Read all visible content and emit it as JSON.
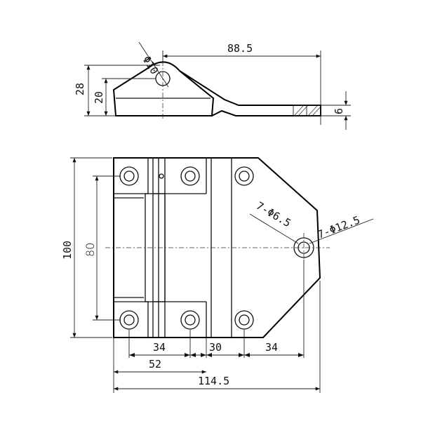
{
  "dimensions": {
    "side_view": {
      "hole_diameter": "Φ10",
      "length": "88.5",
      "height_total": "28",
      "height_inner": "20",
      "thickness": "6"
    },
    "front_view": {
      "height": "100",
      "hole_spacing": "80",
      "small_holes": "7-Φ6.5",
      "large_holes": "7-Φ12.5",
      "spacing_left": "34",
      "spacing_mid": "30",
      "spacing_right": "34",
      "span_52": "52",
      "overall_width": "114.5"
    }
  },
  "colors": {
    "line": "#111111",
    "background": "#ffffff"
  }
}
